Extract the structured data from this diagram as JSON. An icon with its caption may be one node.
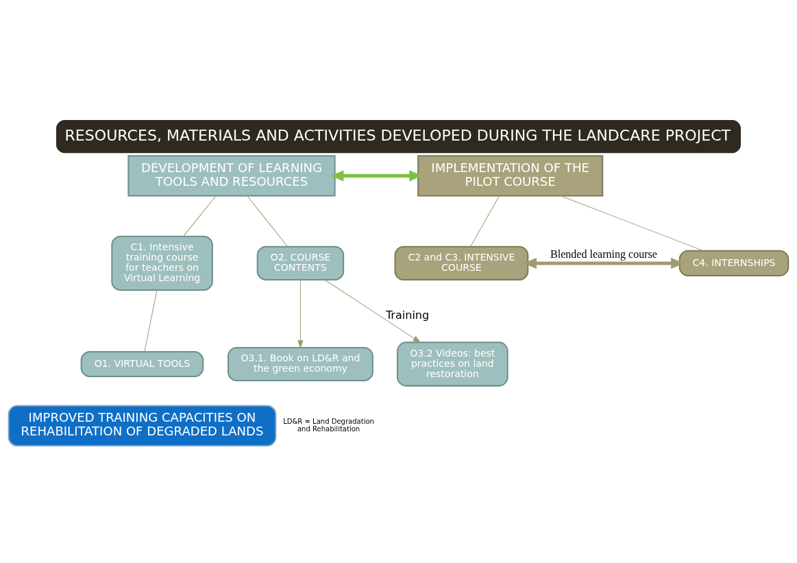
{
  "diagram": {
    "title": "RESOURCES, MATERIALS AND ACTIVITIES DEVELOPED DURING THE LANDCARE PROJECT",
    "nodes": [
      {
        "text": [
          "DEVELOPMENT OF LEARNING TOOLS AND RESOURCES"
        ]
      },
      {
        "text": [
          "IMPLEMENTATION OF THE PILOT COURSE"
        ]
      },
      {
        "text": [
          "C1. Intensive training course for teachers on Virtual Learning"
        ]
      },
      {
        "text": [
          "O2. COURSE CONTENTS"
        ]
      },
      {
        "text": [
          "C2 and C3. INTENSIVE COURSE"
        ]
      },
      {
        "text": [
          "C4. INTERNSHIPS"
        ]
      },
      {
        "text": [
          "O1. VIRTUAL TOOLS"
        ]
      },
      {
        "text": [
          "O3.1. Book on LD&R and the green economy"
        ]
      },
      {
        "text": [
          "O3.2 Videos: best practices on land restoration"
        ]
      },
      {
        "text": [
          "IMPROVED TRAINING CAPACITIES ON REHABILITATION OF DEGRADED LANDS"
        ]
      }
    ],
    "edges": [
      {
        "from": 0,
        "to": 1,
        "arrow": "both",
        "style": "thick",
        "color": "#7cc242"
      },
      {
        "from": 0,
        "to": 2,
        "arrow": "none"
      },
      {
        "from": 2,
        "to": 6,
        "arrow": "none"
      },
      {
        "from": 0,
        "to": 3,
        "arrow": "none"
      },
      {
        "from": 1,
        "to": 4,
        "arrow": "none"
      },
      {
        "from": 1,
        "to": 5,
        "arrow": "none"
      },
      {
        "from": 4,
        "to": 5,
        "arrow": "both",
        "style": "thick",
        "label": "Blended learning course"
      },
      {
        "from": 3,
        "to": 7,
        "arrow": "to"
      },
      {
        "from": 3,
        "to": 8,
        "arrow": "to",
        "label": "Training"
      }
    ],
    "labels": [
      "LD&R = Land Degradation and Rehabilitation"
    ]
  }
}
